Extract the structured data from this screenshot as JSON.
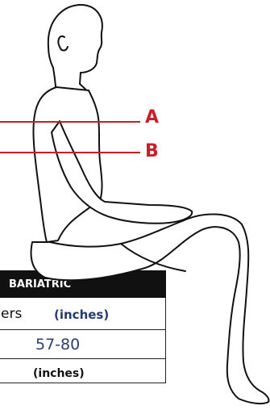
{
  "markers": {
    "a": "A",
    "b": "B"
  },
  "table": {
    "header": "BARIATRIC",
    "sub_label": "ers",
    "sub_unit": "(inches)",
    "value": "57-80",
    "cut_text": "(inches)"
  },
  "colors": {
    "marker_red": "#c8202a",
    "header_bg": "#111111",
    "value_blue": "#2c3f74"
  }
}
